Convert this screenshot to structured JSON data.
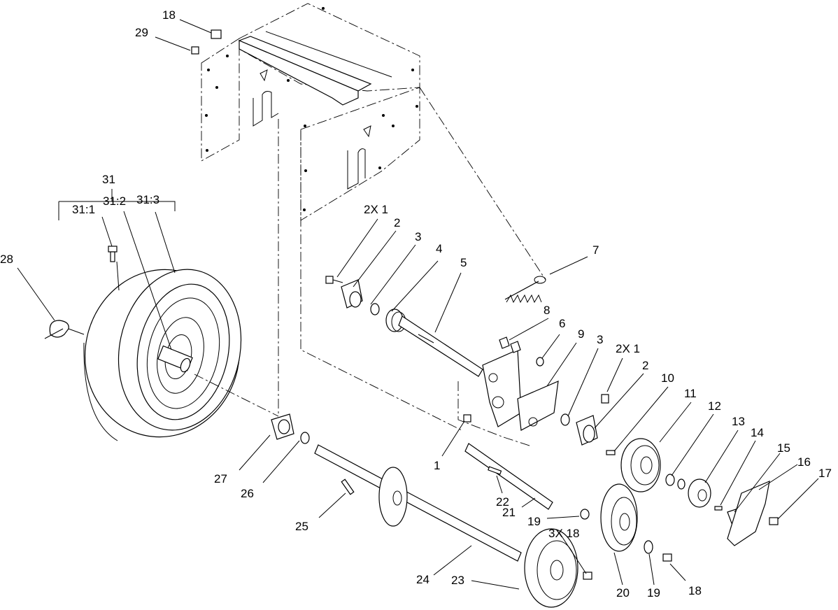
{
  "callouts": {
    "c18_top": "18",
    "c29": "29",
    "c31": "31",
    "c31_1": "31:1",
    "c31_2": "31:2",
    "c31_3": "31:3",
    "c28": "28",
    "c2x1_left": "2X 1",
    "c2_left": "2",
    "c3_left": "3",
    "c4": "4",
    "c5": "5",
    "c7": "7",
    "c8": "8",
    "c6": "6",
    "c9": "9",
    "c3_right": "3",
    "c2x1_right": "2X 1",
    "c2_right": "2",
    "c10": "10",
    "c11": "11",
    "c12": "12",
    "c13": "13",
    "c14": "14",
    "c15": "15",
    "c16": "16",
    "c17": "17",
    "c1": "1",
    "c27": "27",
    "c26": "26",
    "c25": "25",
    "c22": "22",
    "c21": "21",
    "c19_mid": "19",
    "c3x18": "3X 18",
    "c24": "24",
    "c23": "23",
    "c20": "20",
    "c19_bottom": "19",
    "c18_bottom": "18"
  }
}
